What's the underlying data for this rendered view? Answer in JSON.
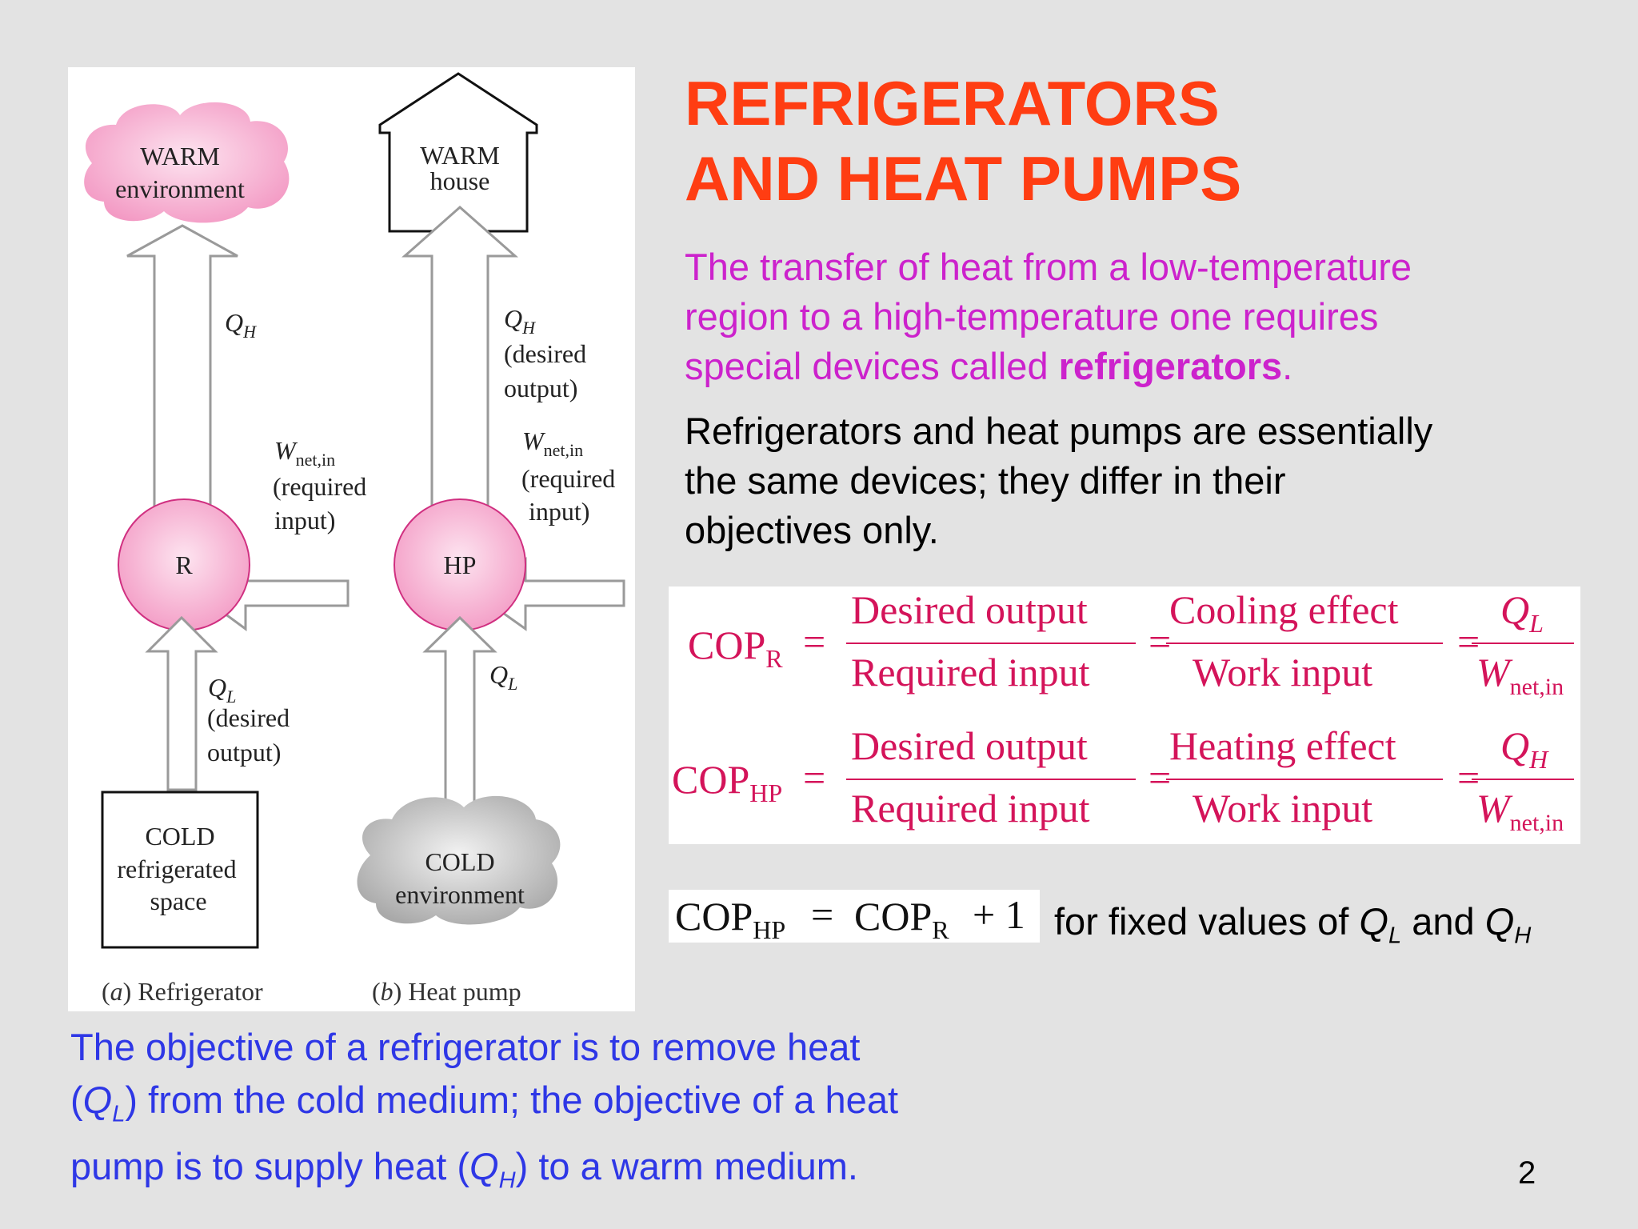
{
  "slide": {
    "title_line1": "REFRIGERATORS",
    "title_line2": "AND HEAT PUMPS",
    "intro_part1": "The transfer of heat from a low-temperature",
    "intro_part2": "region to a high-temperature one requires",
    "intro_part3": "special devices called ",
    "intro_bold": "refrigerators",
    "intro_end": ".",
    "essentially_line1": "Refrigerators and heat pumps are essentially",
    "essentially_line2": "the same devices; they differ in their",
    "essentially_line3": "objectives only.",
    "fixed_text": "for fixed values of ",
    "fixed_QL_main": "Q",
    "fixed_QL_sub": "L",
    "fixed_and": " and ",
    "fixed_QH_main": "Q",
    "fixed_QH_sub": "H",
    "objective_line1": "The objective of a refrigerator is to remove heat",
    "objective_line2_a": "(",
    "objective_line2_Q": "Q",
    "objective_line2_sub": "L",
    "objective_line2_b": ") from the cold medium; the objective of a heat",
    "objective_line3_a": "pump is to supply heat (",
    "objective_line3_Q": "Q",
    "objective_line3_sub": "H",
    "objective_line3_b": ") to a warm medium.",
    "page_number": "2"
  },
  "figure": {
    "warm_env_line1": "WARM",
    "warm_env_line2": "environment",
    "warm_house_line1": "WARM",
    "warm_house_line2": "house",
    "refrigerator_QH": "Q",
    "refrigerator_QH_sub": "H",
    "heatpump_QH": "Q",
    "heatpump_QH_sub": "H",
    "heatpump_QH_desc1": "(desired",
    "heatpump_QH_desc2": "output)",
    "refrigerator_W": "W",
    "refrigerator_W_sub": "net,in",
    "refrigerator_W_desc1": "(required",
    "refrigerator_W_desc2": "input)",
    "heatpump_W": "W",
    "heatpump_W_sub": "net,in",
    "heatpump_W_desc1": "(required",
    "heatpump_W_desc2": "input)",
    "refrigerator_label": "R",
    "heatpump_label": "HP",
    "refrigerator_QL": "Q",
    "refrigerator_QL_sub": "L",
    "refrigerator_QL_desc1": "(desired",
    "refrigerator_QL_desc2": "output)",
    "heatpump_QL": "Q",
    "heatpump_QL_sub": "L",
    "cold_space_line1": "COLD",
    "cold_space_line2": "refrigerated",
    "cold_space_line3": "space",
    "cold_env_line1": "COLD",
    "cold_env_line2": "environment",
    "caption_a_letter": "a",
    "caption_a_text": " Refrigerator",
    "caption_b_letter": "b",
    "caption_b_text": " Heat pump",
    "colors": {
      "pink": "#f6a9cf",
      "pink_border": "#d02f80",
      "gray_cloud": "#b8b8b8",
      "arrow_outline": "#9a9a9a"
    }
  },
  "equations": {
    "cop": "COP",
    "sub_R": "R",
    "sub_HP": "HP",
    "eq": "=",
    "desired_output": "Desired output",
    "required_input": "Required input",
    "cooling_effect": "Cooling effect",
    "heating_effect": "Heating effect",
    "work_input": "Work input",
    "Q": "Q",
    "sub_L": "L",
    "sub_H": "H",
    "W": "W",
    "sub_netin": "net,in",
    "plus_one": "+ 1",
    "color": "#d4145a"
  }
}
